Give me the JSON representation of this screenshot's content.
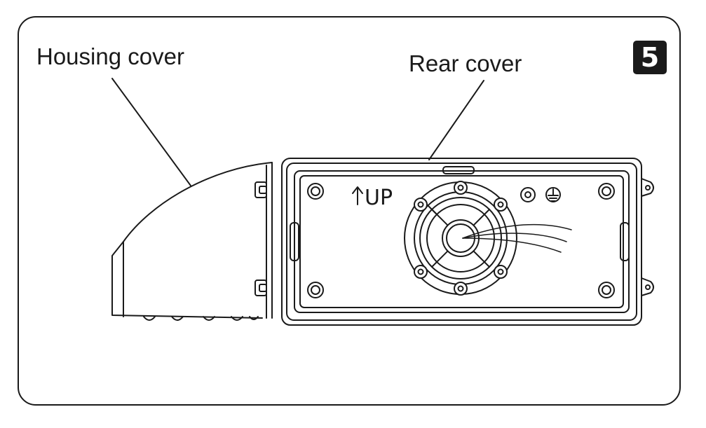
{
  "step_number": "5",
  "labels": {
    "housing_cover": "Housing cover",
    "rear_cover": "Rear cover",
    "up_marking": "UP"
  },
  "colors": {
    "line": "#1a1a1a",
    "background": "#ffffff"
  },
  "icons": [
    "up-arrow-icon",
    "ground-symbol-icon",
    "screw-icon"
  ]
}
